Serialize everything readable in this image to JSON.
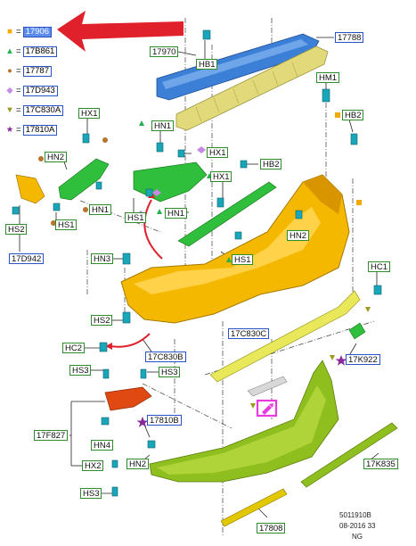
{
  "legend": [
    {
      "symbol": "■",
      "code": "17906",
      "color": "#f2a900",
      "highlight": true
    },
    {
      "symbol": "▲",
      "code": "17B861",
      "color": "#22b14c"
    },
    {
      "symbol": "●",
      "code": "17787",
      "color": "#b8742a"
    },
    {
      "symbol": "◆",
      "code": "17D943",
      "color": "#c58ae6"
    },
    {
      "symbol": "▼",
      "code": "17C830A",
      "color": "#9a9a1e"
    },
    {
      "symbol": "★",
      "code": "17810A",
      "color": "#8a2a9a"
    }
  ],
  "legend_eq": "=",
  "callouts": {
    "c17970": "17970",
    "hb1": "HB1",
    "c17788": "17788",
    "hm1": "HM1",
    "hb2_top": "HB2",
    "hx1_left": "HX1",
    "hn1_top": "HN1",
    "hx1_mid": "HX1",
    "hn2_left": "HN2",
    "hn1_left": "HN1",
    "hs1_left": "HS1",
    "hs2_left": "HS2",
    "c17d942": "17D942",
    "hb2_mid": "HB2",
    "hx1_right": "HX1",
    "hs1_mid": "HS1",
    "hn1_mid": "HN1",
    "hs1_low": "HS1",
    "hn2_right": "HN2",
    "hn3": "HN3",
    "hc1": "HC1",
    "hs2_mid": "HS2",
    "c17c830c": "17C830C",
    "hc2": "HC2",
    "c17c830b": "17C830B",
    "c17k922": "17K922",
    "hs3_left": "HS3",
    "hs3_mid": "HS3",
    "c17f827": "17F827",
    "c17810b": "17810B",
    "hn4": "HN4",
    "hx2": "HX2",
    "hn2_low": "HN2",
    "hs3_low": "HS3",
    "c17k835": "17K835",
    "c17808": "17808"
  },
  "footer": {
    "line1": "5011910B",
    "line2": "08-2016 33",
    "line3": "NG"
  },
  "colors": {
    "accent_red": "#e0202a",
    "highlight_magenta": "#e83adf",
    "bumper_yellow": "#f5b800",
    "part_green": "#8fbf1e",
    "part_blue": "#3b7fd6",
    "part_beige": "#e2da7a",
    "clip_teal": "#19a6b8",
    "lighting_orange": "#e04a12"
  },
  "icons": [
    "red-arrow-icon",
    "clip-icon",
    "highlight-box-icon"
  ]
}
